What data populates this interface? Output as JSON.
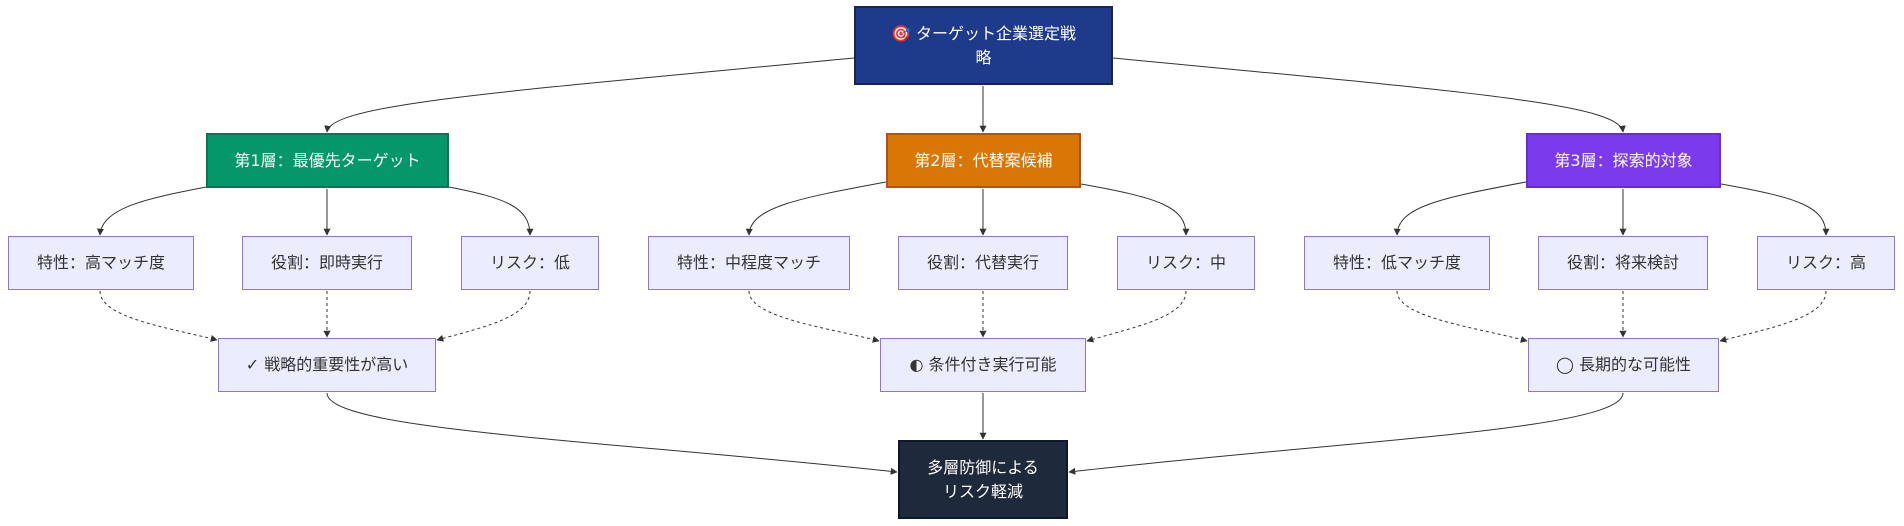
{
  "colors": {
    "root_fill": "#1E3A8A",
    "tier1_fill": "#059669",
    "tier2_fill": "#D97706",
    "tier3_fill": "#7C3AED",
    "attribute_fill": "#ECECFF",
    "attribute_border": "#9370DB",
    "final_fill": "#1E293B",
    "edge": "#333333"
  },
  "root": {
    "line1": "🎯 ターゲット企業選定戦",
    "line2": "略"
  },
  "tiers": [
    {
      "label": "第1層：最優先ターゲット",
      "attributes": [
        "特性：高マッチ度",
        "役割：即時実行",
        "リスク：低"
      ],
      "result": "✓ 戦略的重要性が高い"
    },
    {
      "label": "第2層：代替案候補",
      "attributes": [
        "特性：中程度マッチ",
        "役割：代替実行",
        "リスク：中"
      ],
      "result": "◐ 条件付き実行可能"
    },
    {
      "label": "第3層：探索的対象",
      "attributes": [
        "特性：低マッチ度",
        "役割：将来検討",
        "リスク：高"
      ],
      "result": "◯ 長期的な可能性"
    }
  ],
  "final": {
    "line1": "多層防御による",
    "line2": "リスク軽減"
  }
}
